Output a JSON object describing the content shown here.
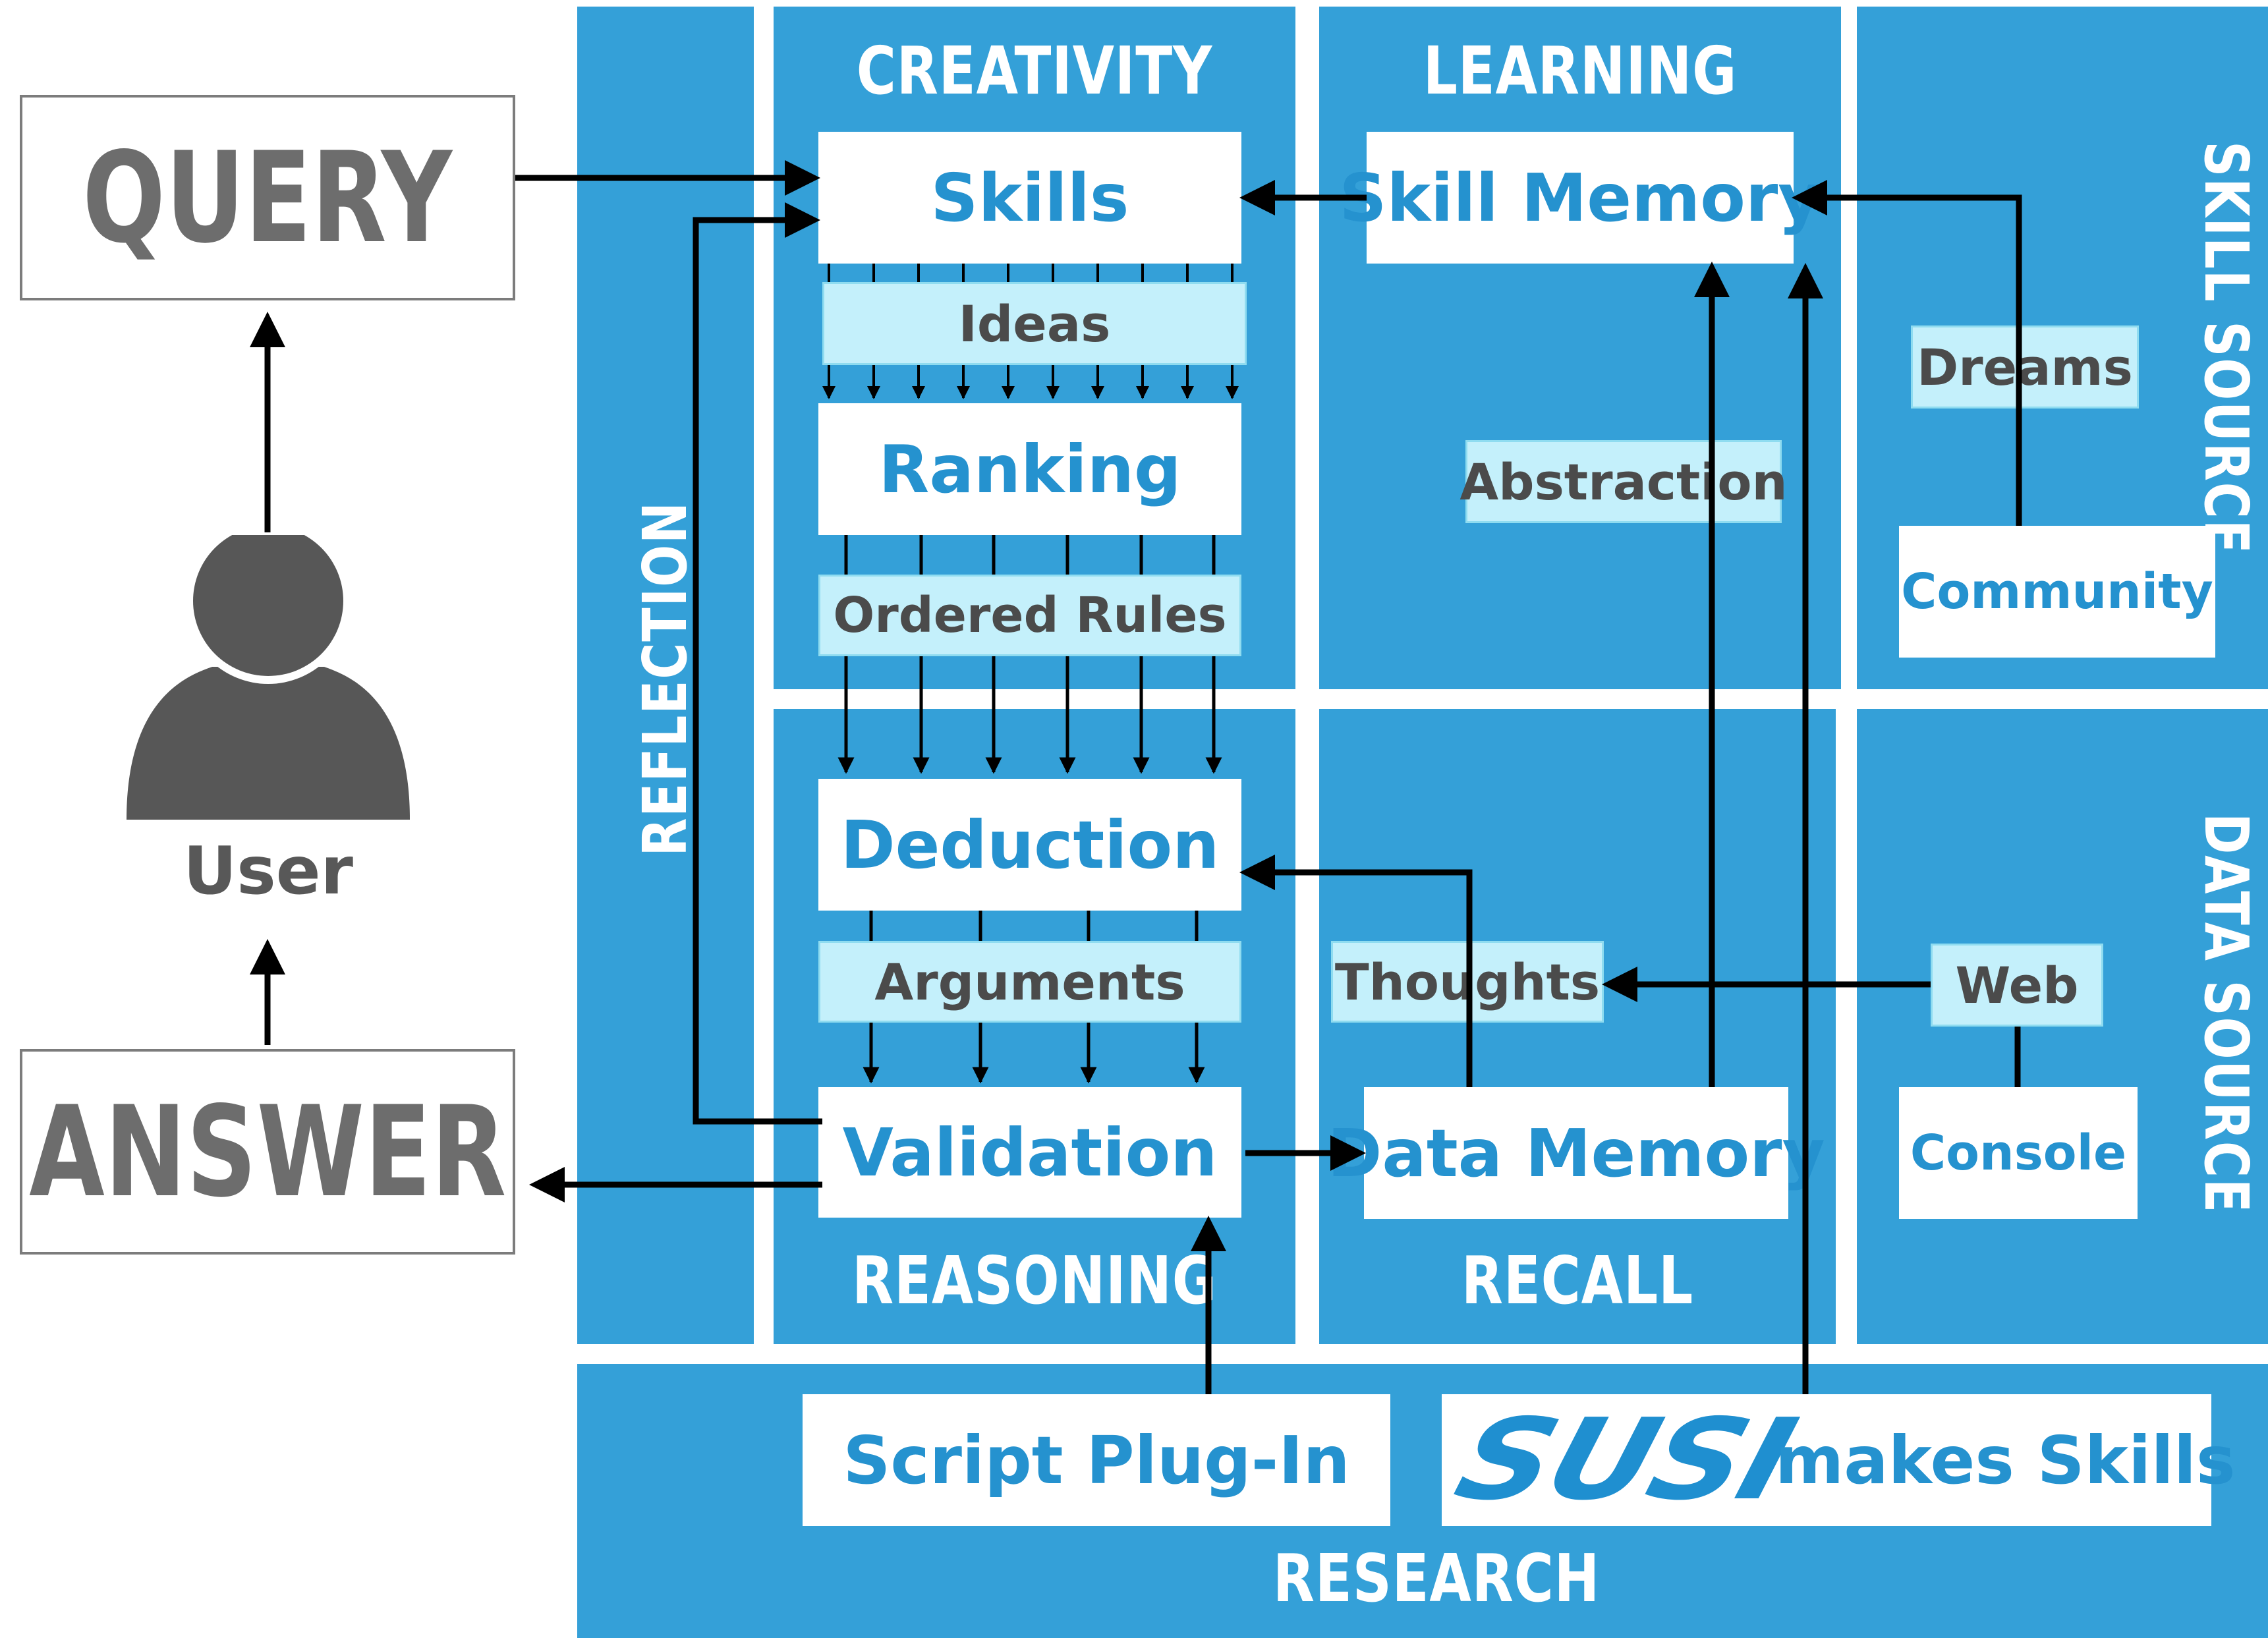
{
  "left": {
    "query_label": "QUERY",
    "user_label": "User",
    "answer_label": "ANSWER"
  },
  "sections": {
    "reflection": "REFLECTION",
    "creativity": "CREATIVITY",
    "learning": "LEARNING",
    "skill_source": "SKILL SOURCE",
    "reasoning": "REASONING",
    "recall": "RECALL",
    "data_source": "DATA SOURCE",
    "research": "RESEARCH"
  },
  "nodes": {
    "skills": "Skills",
    "ideas": "Ideas",
    "ranking": "Ranking",
    "ordered_rules": "Ordered Rules",
    "deduction": "Deduction",
    "arguments": "Arguments",
    "validation": "Validation",
    "skill_memory": "Skill Memory",
    "abstraction": "Abstraction",
    "dreams": "Dreams",
    "community": "Community",
    "thoughts": "Thoughts",
    "data_memory": "Data Memory",
    "web": "Web",
    "console": "Console",
    "script_plugin": "Script Plug-In",
    "susi_logo": "SUSI",
    "susi_tagline": "makes Skills"
  },
  "colors": {
    "panel_blue": "#34a0d8",
    "node_text_blue": "#2592cf",
    "light_cyan": "#c4f0fb",
    "grey": "#6d6d6d",
    "arrow": "#000000"
  }
}
